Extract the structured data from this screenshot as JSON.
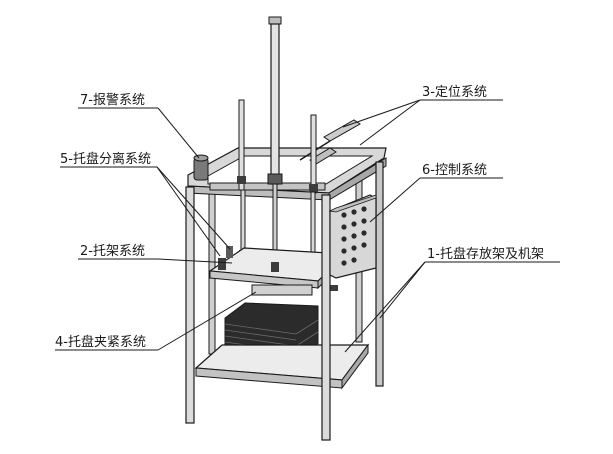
{
  "labels": {
    "alarm": "7-报警系统",
    "positioning": "3-定位系统",
    "separation": "5-托盘分离系统",
    "control": "6-控制系统",
    "pallet_frame": "2-托架系统",
    "storage_frame": "1-托盘存放架及机架",
    "clamping": "4-托盘夹紧系统"
  },
  "colors": {
    "line": "#1a1a1a",
    "frame_front": "#dcdcdc",
    "frame_side": "#b8b8b8",
    "panel": "#d7d7d7",
    "plate": "#ececec",
    "stack": "#2b2b2b"
  }
}
